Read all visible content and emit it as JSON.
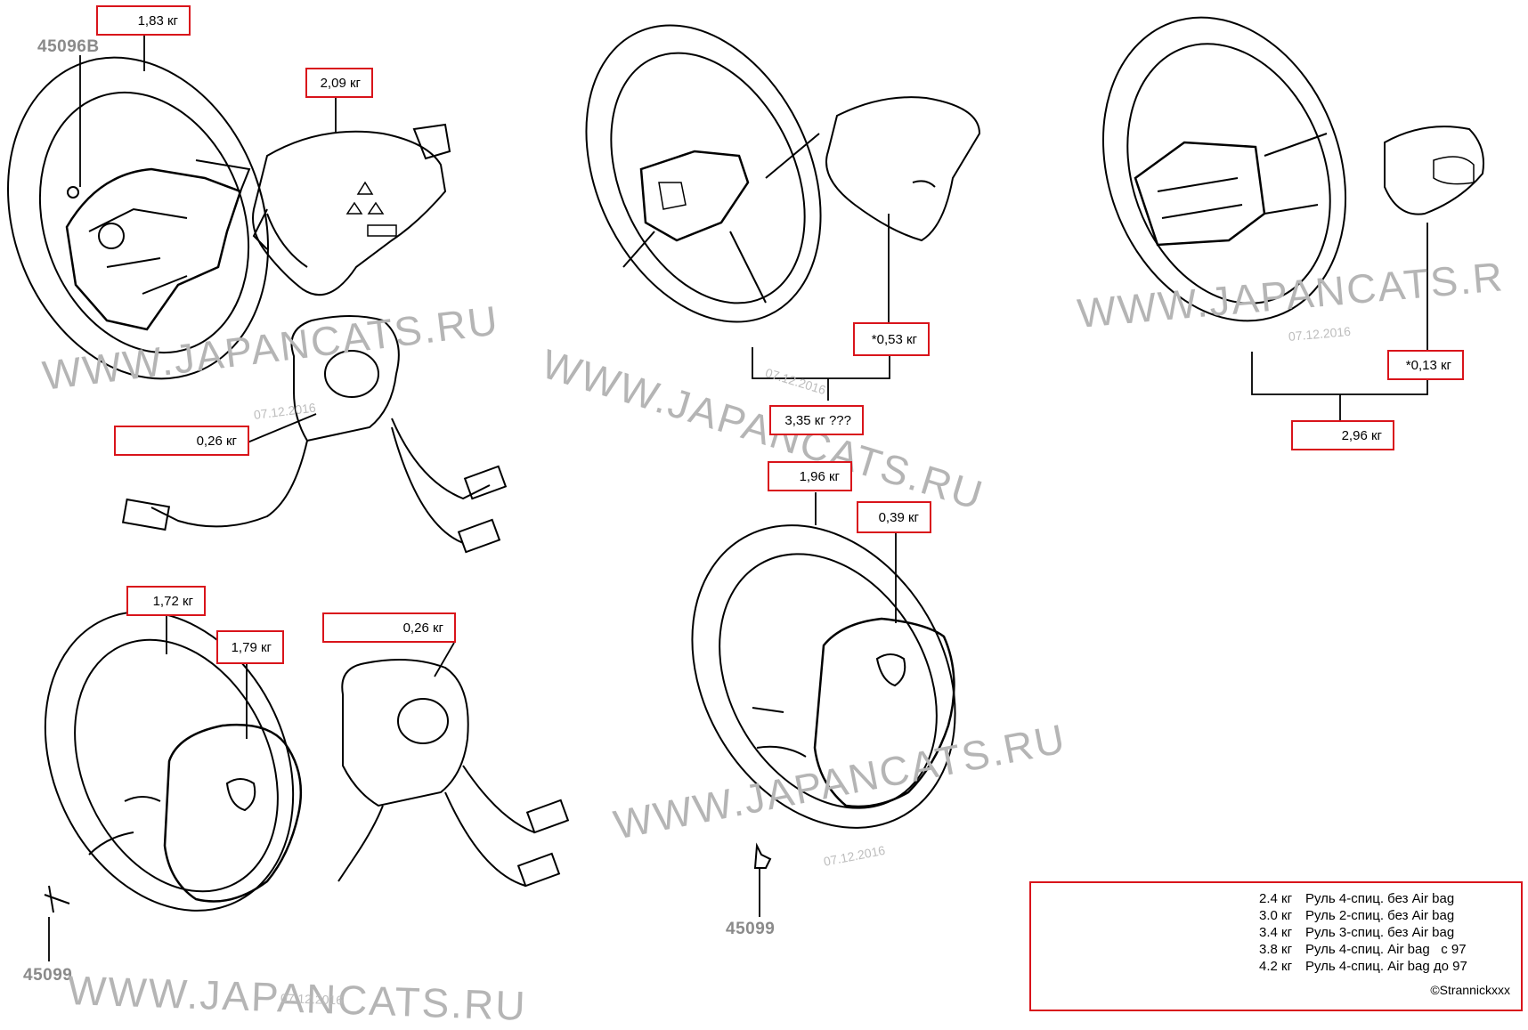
{
  "diagram": {
    "part_numbers": {
      "p1": "45096B",
      "p2": "45099",
      "p3": "45099"
    },
    "labels": {
      "a1": "1,83 кг",
      "a2": "2,09 кг",
      "a3": "0,26 кг",
      "b1": "*0,53 кг",
      "b2": "3,35 кг ???",
      "c1": "*0,13 кг",
      "c2": "2,96 кг",
      "d1": "1,72 кг",
      "d2": "1,79 кг",
      "d3": "0,26 кг",
      "e1": "1,96 кг",
      "e2": "0,39 кг"
    },
    "watermarks": {
      "text": "WWW.JAPANCATS.RU",
      "text_cut": "WWW.JAPANCATS.R",
      "date": "07.12.2016"
    },
    "legend": [
      {
        "weight": "2.4 кг",
        "desc": "Руль 4-спиц. без Air bag"
      },
      {
        "weight": "3.0 кг",
        "desc": "Руль 2-спиц. без Air bag"
      },
      {
        "weight": "3.4 кг",
        "desc": "Руль 3-спиц. без Air bag"
      },
      {
        "weight": "3.8 кг",
        "desc": "Руль 4-спиц. Air bag   с 97"
      },
      {
        "weight": "4.2 кг",
        "desc": "Руль 4-спиц. Air bag до 97"
      }
    ],
    "copyright": "©Strannickxxx"
  },
  "colors": {
    "label_border": "#d9141b",
    "line": "#000000",
    "watermark": "#b5b5b5"
  }
}
